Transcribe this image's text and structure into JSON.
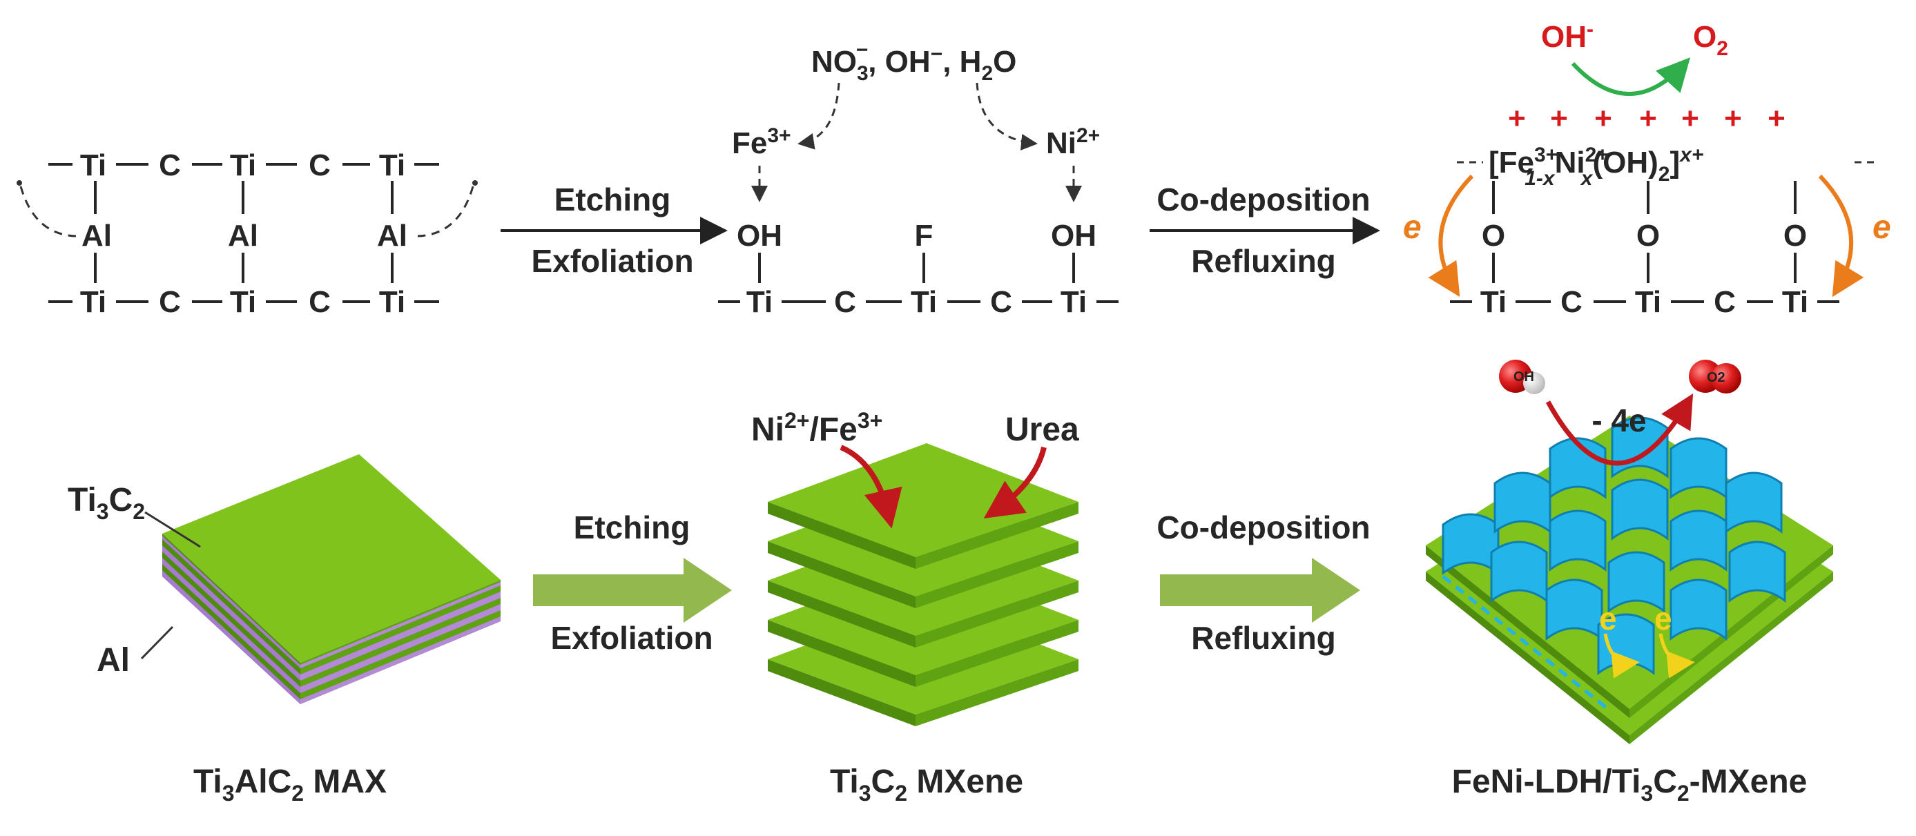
{
  "top_row": {
    "max_structure": {
      "row_top": [
        "Ti",
        "C",
        "Ti",
        "C",
        "Ti"
      ],
      "middle": [
        "Al",
        "Al",
        "Al"
      ],
      "row_bottom": [
        "Ti",
        "C",
        "Ti",
        "C",
        "Ti"
      ]
    },
    "step1": {
      "line1": "Etching",
      "line2": "Exfoliation"
    },
    "mxene_structure": {
      "reagents": [
        "NO",
        "3",
        "−",
        ", OH",
        "−",
        ", H",
        "2",
        "O"
      ],
      "fe": [
        "Fe",
        "3+"
      ],
      "ni": [
        "Ni",
        "2+"
      ],
      "terminals": [
        "OH",
        "F",
        "OH"
      ],
      "row": [
        "Ti",
        "C",
        "Ti",
        "C",
        "Ti"
      ]
    },
    "step2": {
      "line1": "Co-deposition",
      "line2": "Refluxing"
    },
    "ldh_structure": {
      "oh": [
        "OH",
        "-"
      ],
      "o2": [
        "O",
        "2"
      ],
      "plus": "+",
      "formula": [
        "[Fe",
        "3+",
        "1-x",
        "Ni",
        "2+",
        "x",
        "(OH)",
        "2",
        "]",
        "x+"
      ],
      "oxygens": [
        "O",
        "O",
        "O"
      ],
      "electron": "e",
      "row": [
        "Ti",
        "C",
        "Ti",
        "C",
        "Ti"
      ]
    }
  },
  "bottom_row": {
    "max_labels": {
      "ti3c2": [
        "Ti",
        "3",
        "C",
        "2"
      ],
      "al": "Al"
    },
    "step1": {
      "line1": "Etching",
      "line2": "Exfoliation"
    },
    "reagents": {
      "metal": [
        "Ni",
        "2+",
        "/Fe",
        "3+"
      ],
      "urea": "Urea"
    },
    "step2": {
      "line1": "Co-deposition",
      "line2": "Refluxing"
    },
    "oer": {
      "oh_ball": "OH",
      "o2_ball": "O2",
      "label": "- 4e",
      "electron": "e"
    },
    "captions": {
      "max": [
        "Ti",
        "3",
        "AlC",
        "2",
        " MAX"
      ],
      "mxene": [
        "Ti",
        "3",
        "C",
        "2",
        " MXene"
      ],
      "composite": [
        "FeNi-LDH/Ti",
        "3",
        "C",
        "2",
        "-MXene"
      ]
    }
  },
  "colors": {
    "green_top": "#7fc31c",
    "green_side": "#4f8c0d",
    "purple": "#a77bd0",
    "arrow_fill": "#93b84d",
    "red": "#d7191c",
    "orange": "#ea7c1c",
    "green_arrow": "#2fae4b",
    "cyan": "#23b4ea"
  }
}
